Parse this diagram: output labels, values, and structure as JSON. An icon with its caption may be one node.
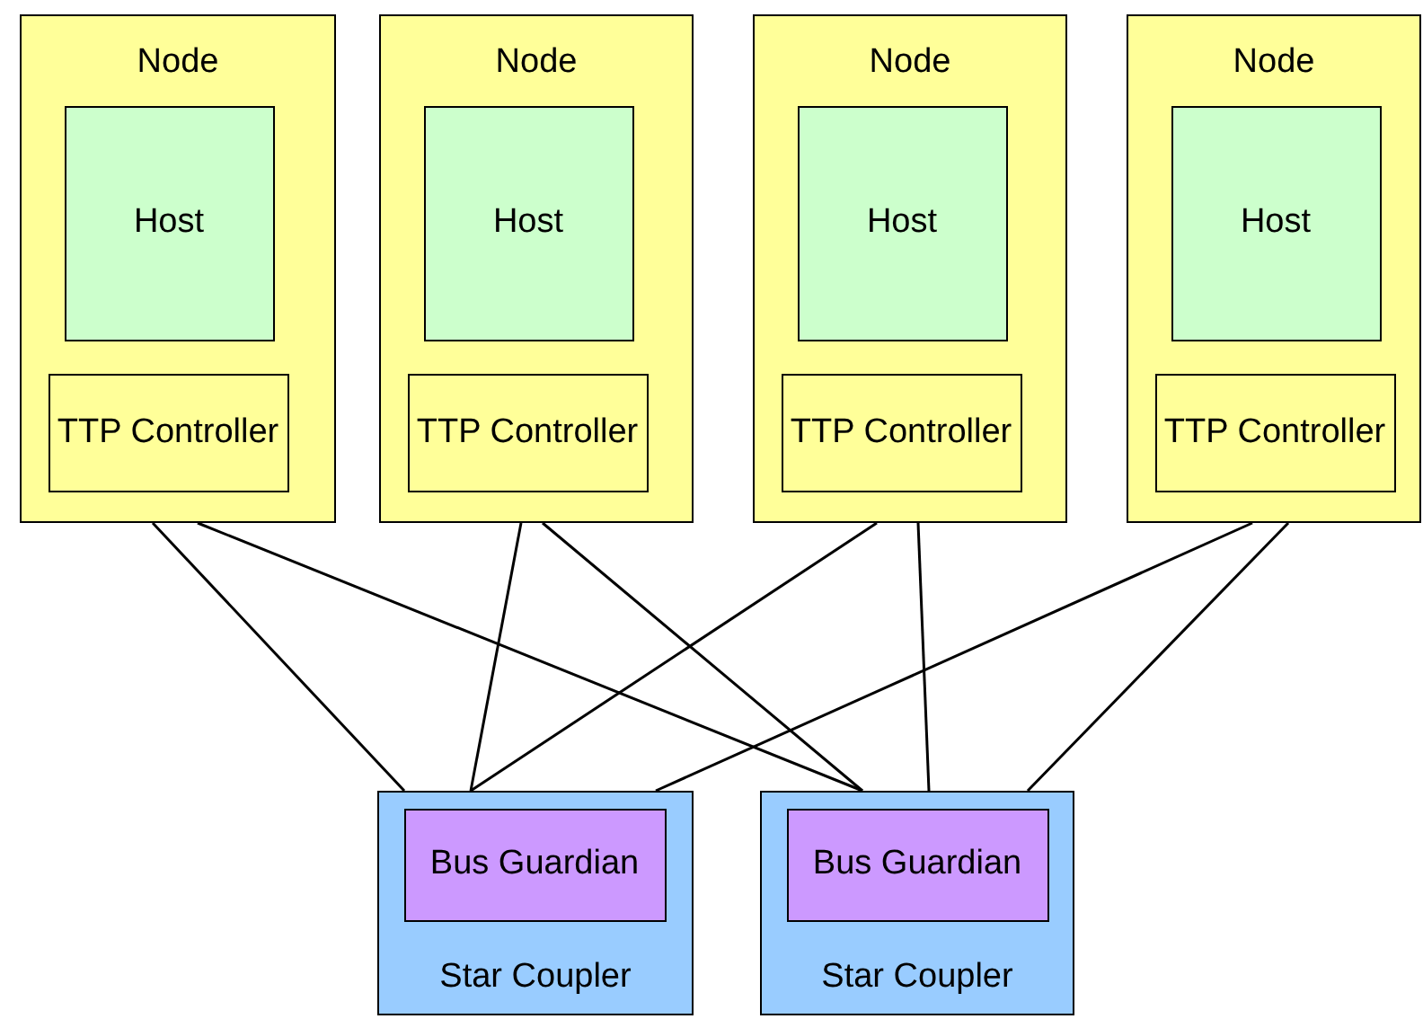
{
  "diagram": {
    "nodes": [
      {
        "text": [
          "Node"
        ]
      },
      {
        "text": [
          "Host"
        ],
        "in": 0
      },
      {
        "text": [
          "TTP Controller"
        ],
        "in": 0
      },
      {
        "text": [
          "Node"
        ]
      },
      {
        "text": [
          "Host"
        ],
        "in": 3
      },
      {
        "text": [
          "TTP Controller"
        ],
        "in": 3
      },
      {
        "text": [
          "Node"
        ]
      },
      {
        "text": [
          "Host"
        ],
        "in": 6
      },
      {
        "text": [
          "TTP Controller"
        ],
        "in": 6
      },
      {
        "text": [
          "Node"
        ]
      },
      {
        "text": [
          "Host"
        ],
        "in": 9
      },
      {
        "text": [
          "TTP Controller"
        ],
        "in": 9
      },
      {
        "text": [
          "Star Coupler"
        ]
      },
      {
        "text": [
          "Bus Guardian"
        ],
        "in": 12
      },
      {
        "text": [
          "Star Coupler"
        ]
      },
      {
        "text": [
          "Bus Guardian"
        ],
        "in": 14
      }
    ],
    "edges": [
      {
        "from": 0,
        "to": 12,
        "arrow": "none"
      },
      {
        "from": 0,
        "to": 14,
        "arrow": "none"
      },
      {
        "from": 3,
        "to": 12,
        "arrow": "none"
      },
      {
        "from": 3,
        "to": 14,
        "arrow": "none"
      },
      {
        "from": 6,
        "to": 12,
        "arrow": "none"
      },
      {
        "from": 6,
        "to": 14,
        "arrow": "none"
      },
      {
        "from": 9,
        "to": 12,
        "arrow": "none"
      },
      {
        "from": 9,
        "to": 14,
        "arrow": "none"
      }
    ]
  }
}
